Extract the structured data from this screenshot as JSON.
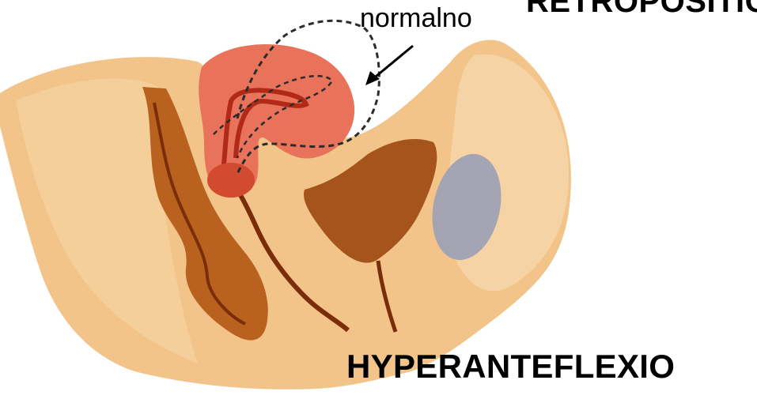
{
  "labels": {
    "normal": "normalno",
    "retro": "RETROPOSITIO",
    "hyper": "HYPERANTEFLEXIO"
  },
  "colors": {
    "background": "#ffffff",
    "tissue": "#f2c48a",
    "tissue_shade": "#e9b06f",
    "organ_wall": "#c46a2a",
    "organ_dark": "#8a3a10",
    "uterus": "#e9735a",
    "uterus_dark": "#c9432b",
    "bladder_blue": "#9aa0b6",
    "dashed_outline": "#2b2b2b"
  },
  "icons": {
    "arrow": "arrow-pointer-icon"
  }
}
